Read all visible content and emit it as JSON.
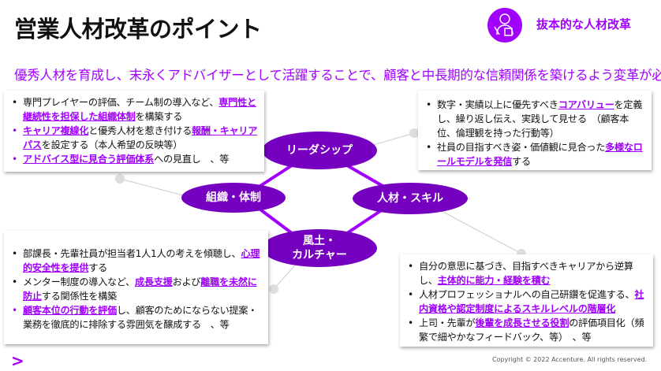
{
  "header": {
    "title": "営業人材改革のポイント",
    "badge_icon": "teacher-icon",
    "badge_label": "抜本的な人材改革",
    "subtitle": "優秀人材を育成し、末永くアドバイザーとして活躍することで、顧客と中長期的な信頼関係を築けるよう変革が必要"
  },
  "colors": {
    "accent": "#a100ff",
    "node": "#7500c0"
  },
  "nodes": {
    "leadership": "リーダシップ",
    "organization": "組織・体制",
    "talent": "人材・スキル",
    "culture_1": "風土・",
    "culture_2": "カルチャー"
  },
  "boxes": {
    "organization": [
      [
        {
          "t": "専門プレイヤーの評価、チーム制の導入など、"
        },
        {
          "t": "専門性と継続性を担保した組織体制",
          "em": true
        },
        {
          "t": "を構築する"
        }
      ],
      [
        {
          "t": "キャリア複線化",
          "em": true
        },
        {
          "t": "と優秀人材を惹き付ける"
        },
        {
          "t": "報酬・キャリアパス",
          "em": true
        },
        {
          "t": "を設定する（本人希望の反映等）"
        }
      ],
      [
        {
          "t": "アドバイス型に見合う評価体系",
          "em": true
        },
        {
          "t": "への見直し　、等"
        }
      ]
    ],
    "leadership": [
      [
        {
          "t": "数字・実績以上に優先すべき"
        },
        {
          "t": "コアバリュー",
          "em": true
        },
        {
          "t": "を定義し、繰り返し伝え、実践して見せる　（顧客本位、倫理観を持った行動等）"
        }
      ],
      [
        {
          "t": "社員の目指すべき姿・価値観に見合った"
        },
        {
          "t": "多様なロールモデルを発信",
          "em": true
        },
        {
          "t": "する"
        }
      ]
    ],
    "culture": [
      [
        {
          "t": "部課長・先輩社員が担当者1人1人の考えを傾聴し、"
        },
        {
          "t": "心理的安全性を提供",
          "em": true
        },
        {
          "t": "する"
        }
      ],
      [
        {
          "t": "メンター制度の導入など、"
        },
        {
          "t": "成長支援",
          "em": true
        },
        {
          "t": "および"
        },
        {
          "t": "離職を未然に防止",
          "em": true
        },
        {
          "t": "する関係性を構築"
        }
      ],
      [
        {
          "t": "顧客本位の行動を評価",
          "em": true
        },
        {
          "t": "し、顧客のためにならない提案・業務を徹底的に排除する雰囲気を醸成する　、等"
        }
      ]
    ],
    "talent": [
      [
        {
          "t": "自分の意思に基づき、目指すべきキャリアから逆算し、"
        },
        {
          "t": "主体的に能力・経験を積む",
          "em": true
        }
      ],
      [
        {
          "t": "人材プロフェッショナルへの自己研鑽を促進する、"
        },
        {
          "t": "社内資格や認定制度によるスキルレベルの階層化",
          "em": true
        }
      ],
      [
        {
          "t": "上司・先輩が"
        },
        {
          "t": "後輩を成長させる役割",
          "em": true
        },
        {
          "t": "の評価項目化（頻繁で細やかなフィードバック、等）　、等"
        }
      ]
    ]
  },
  "footer": {
    "logo": ">",
    "copyright": "Copyright © 2022 Accenture. All rights reserved."
  }
}
